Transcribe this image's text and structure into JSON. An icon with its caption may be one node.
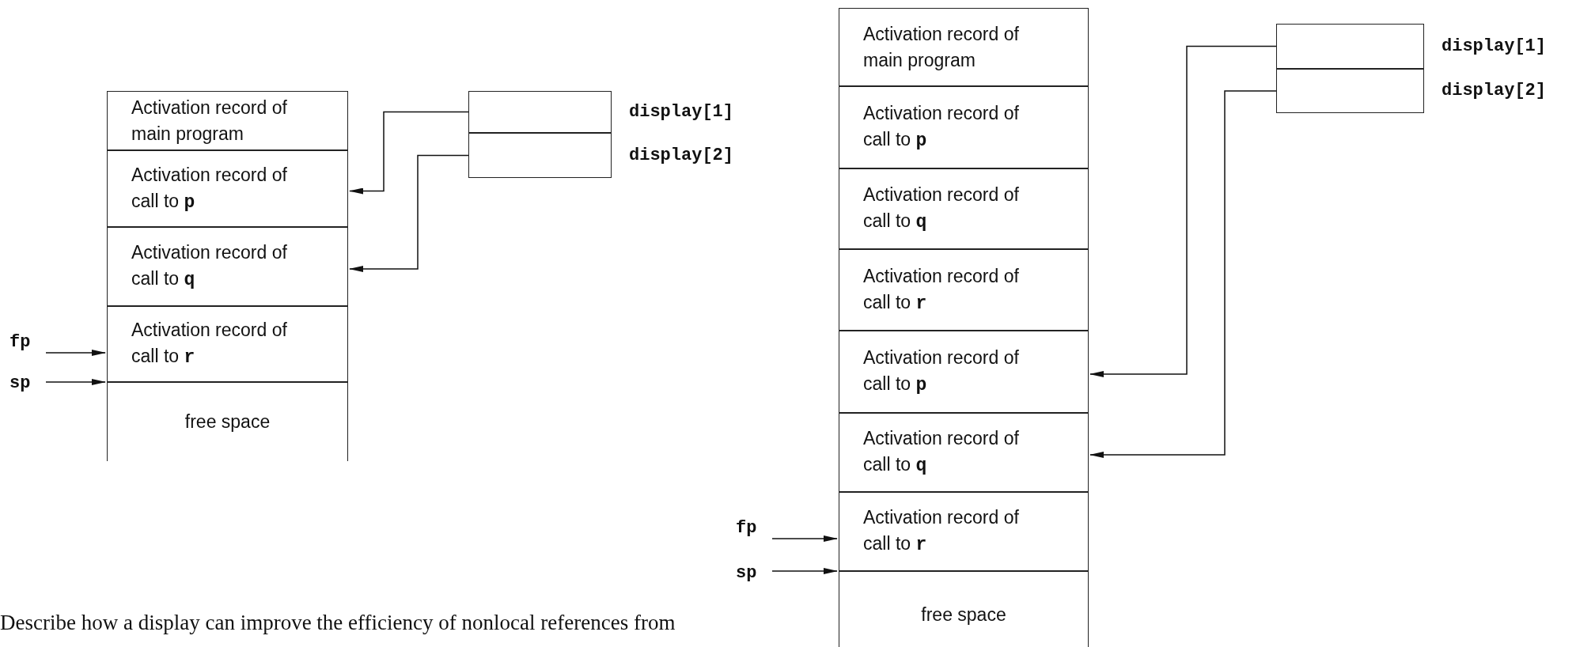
{
  "diagram": {
    "nodes": [
      {
        "text": [
          "Activation record of main program"
        ]
      },
      {
        "text": [
          "Activation record of call to **p**"
        ]
      },
      {
        "text": [
          "Activation record of call to **q**"
        ]
      },
      {
        "text": [
          "Activation record of call to **r**"
        ]
      },
      {
        "text": [
          "free space"
        ]
      },
      {
        "text": [],
        "shape": "box",
        "beside": [
          "display[1]"
        ]
      },
      {
        "text": [],
        "shape": "box",
        "beside": [
          "display[2]"
        ]
      },
      {
        "text": [
          "fp"
        ]
      },
      {
        "text": [
          "sp"
        ]
      },
      {
        "text": [
          "Activation record of main program"
        ]
      },
      {
        "text": [
          "Activation record of call to **p**"
        ]
      },
      {
        "text": [
          "Activation record of call to **q**"
        ]
      },
      {
        "text": [
          "Activation record of call to **r**"
        ]
      },
      {
        "text": [
          "Activation record of call to **p**"
        ]
      },
      {
        "text": [
          "Activation record of call to **q**"
        ]
      },
      {
        "text": [
          "Activation record of call to **r**"
        ]
      },
      {
        "text": [
          "free space"
        ]
      },
      {
        "text": [],
        "shape": "box",
        "beside": [
          "display[1]"
        ]
      },
      {
        "text": [],
        "shape": "box",
        "beside": [
          "display[2]"
        ]
      },
      {
        "text": [
          "fp"
        ]
      },
      {
        "text": [
          "sp"
        ]
      }
    ],
    "edges": [
      {
        "from": 5,
        "to": 1,
        "arrow": "to"
      },
      {
        "from": 6,
        "to": 2,
        "arrow": "to"
      },
      {
        "from": 7,
        "to": 3,
        "arrow": "to"
      },
      {
        "from": 8,
        "to": 4,
        "arrow": "to"
      },
      {
        "from": 17,
        "to": 13,
        "arrow": "to"
      },
      {
        "from": 18,
        "to": 14,
        "arrow": "to"
      },
      {
        "from": 19,
        "to": 15,
        "arrow": "to"
      },
      {
        "from": 20,
        "to": 16,
        "arrow": "to"
      }
    ],
    "labels": [
      "Describe how a display can improve the efficiency of nonlocal references from"
    ]
  }
}
